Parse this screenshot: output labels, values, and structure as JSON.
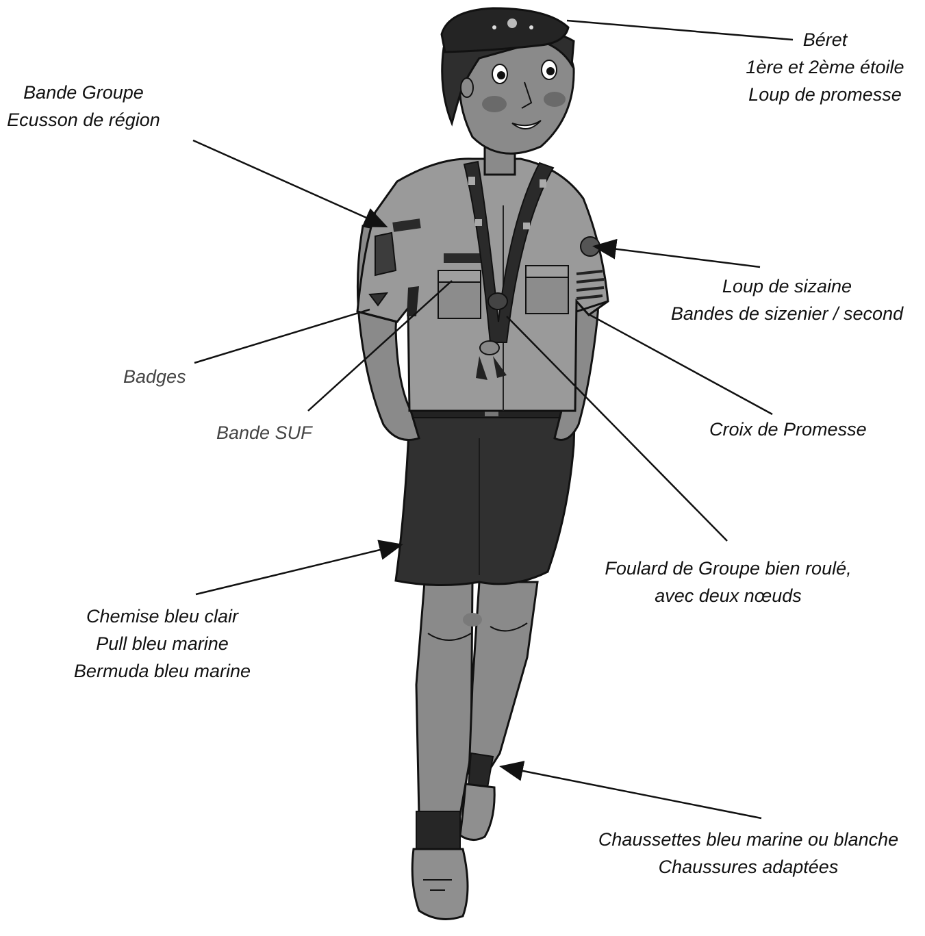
{
  "colors": {
    "skin": "#8a8a8a",
    "shirt": "#9a9a9a",
    "shorts": "#303030",
    "hair": "#2e2e2e",
    "outline": "#111111",
    "scarf": "#2a2a2a"
  },
  "labels": {
    "beret": [
      "Béret",
      "1ère et 2ème étoile",
      "Loup de promesse"
    ],
    "bande_groupe": [
      "Bande Groupe",
      "Ecusson de région"
    ],
    "loup_sizaine": [
      "Loup de sizaine",
      "Bandes de sizenier / second"
    ],
    "badges": [
      "Badges"
    ],
    "bande_suf": [
      "Bande SUF"
    ],
    "croix": [
      "Croix de Promesse"
    ],
    "foulard": [
      "Foulard de Groupe bien roulé,",
      "avec deux nœuds"
    ],
    "chemise": [
      "Chemise bleu clair",
      "Pull bleu marine",
      "Bermuda bleu marine"
    ],
    "chaussettes": [
      "Chaussettes bleu marine ou blanche",
      "Chaussures adaptées"
    ]
  }
}
